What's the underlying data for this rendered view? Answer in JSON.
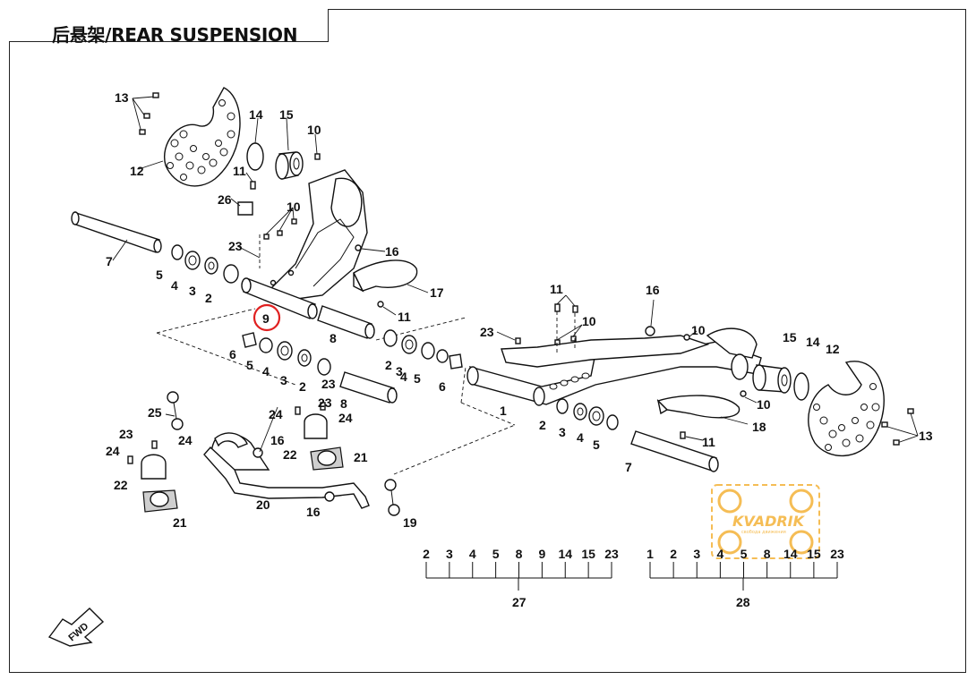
{
  "title": "后悬架/REAR SUSPENSION",
  "highlighted_callout": "9",
  "highlight_color": "#e02020",
  "callouts": [
    "1",
    "2",
    "3",
    "4",
    "5",
    "6",
    "7",
    "8",
    "9",
    "10",
    "11",
    "12",
    "13",
    "14",
    "15",
    "16",
    "17",
    "18",
    "19",
    "20",
    "21",
    "22",
    "23",
    "24",
    "25",
    "26"
  ],
  "kit_27": {
    "label": "27",
    "items": [
      "2",
      "3",
      "4",
      "5",
      "8",
      "9",
      "14",
      "15",
      "23"
    ]
  },
  "kit_28": {
    "label": "28",
    "items": [
      "1",
      "2",
      "3",
      "4",
      "5",
      "8",
      "14",
      "15",
      "23"
    ]
  },
  "fwd_label": "FWD",
  "watermark": {
    "brand": "KVADRIK",
    "tagline": "свобода движения",
    "color": "#f2a81d"
  }
}
